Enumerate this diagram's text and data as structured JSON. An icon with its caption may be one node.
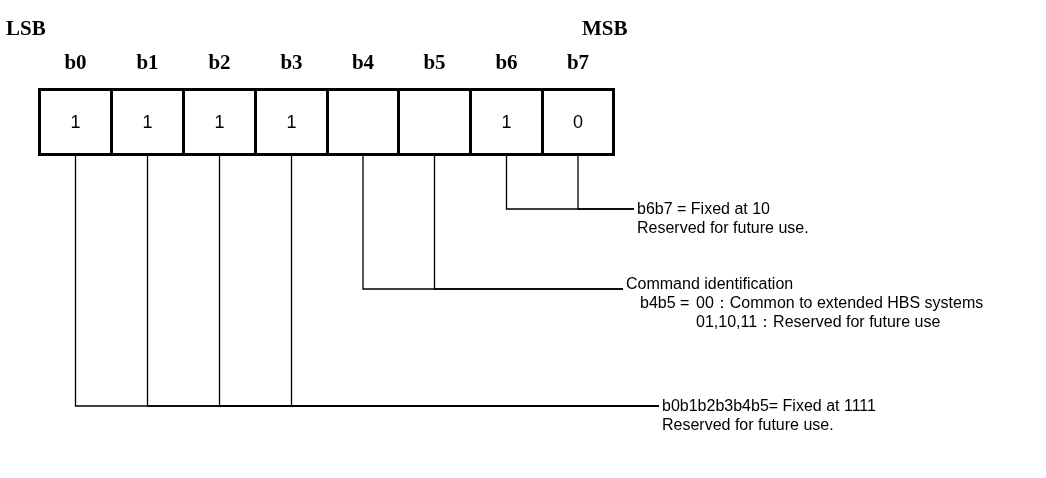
{
  "diagram": {
    "nodes": [
      {
        "text": [
          "1"
        ],
        "beside": [
          "b0"
        ]
      },
      {
        "text": [
          "1"
        ],
        "beside": [
          "b1"
        ]
      },
      {
        "text": [
          "1"
        ],
        "beside": [
          "b2"
        ]
      },
      {
        "text": [
          "1"
        ],
        "beside": [
          "b3"
        ]
      },
      {
        "text": [],
        "shape": "box",
        "beside": [
          "b4"
        ]
      },
      {
        "text": [],
        "shape": "box",
        "beside": [
          "b5"
        ]
      },
      {
        "text": [
          "1"
        ],
        "beside": [
          "b6"
        ]
      },
      {
        "text": [
          "0"
        ],
        "beside": [
          "b7"
        ]
      },
      {
        "text": [
          "b6b7 = Fixed at 10",
          "Reserved for future use."
        ]
      },
      {
        "text": [
          "Command identification",
          "b4b5 =",
          "00：Common to extended HBS systems",
          "01,10,11：Reserved for future use"
        ]
      },
      {
        "text": [
          "b0b1b2b3b4b5= Fixed at 1111",
          "Reserved for future use."
        ]
      }
    ],
    "edges": [
      {
        "from": 6,
        "to": 8,
        "arrow": "none"
      },
      {
        "from": 7,
        "to": 8,
        "arrow": "none"
      },
      {
        "from": 4,
        "to": 9,
        "arrow": "none"
      },
      {
        "from": 5,
        "to": 9,
        "arrow": "none"
      },
      {
        "from": 0,
        "to": 10,
        "arrow": "none"
      },
      {
        "from": 1,
        "to": 10,
        "arrow": "none"
      },
      {
        "from": 2,
        "to": 10,
        "arrow": "none"
      },
      {
        "from": 3,
        "to": 10,
        "arrow": "none"
      }
    ],
    "labels": [
      "LSB",
      "MSB"
    ]
  }
}
